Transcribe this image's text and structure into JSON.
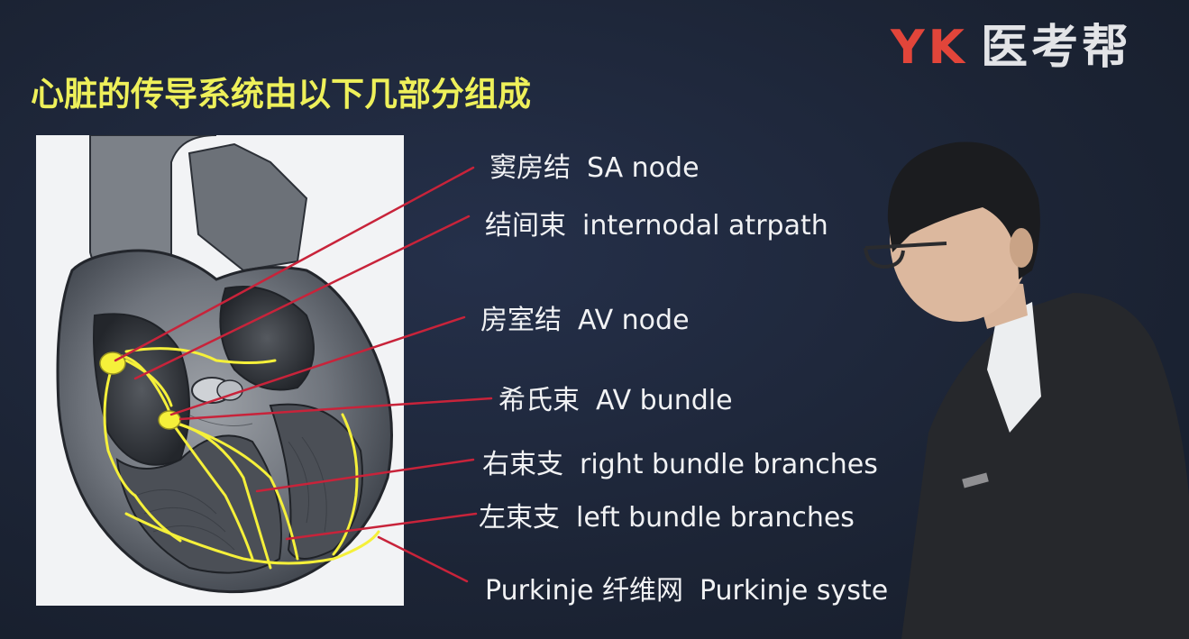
{
  "logo": {
    "brand": "YK",
    "name": "医考帮"
  },
  "title": "心脏的传导系统由以下几部分组成",
  "labels": [
    {
      "cn": "窦房结",
      "en": "SA node"
    },
    {
      "cn": "结间束",
      "en": "internodal atrpath"
    },
    {
      "cn": "房室结",
      "en": "AV node"
    },
    {
      "cn": "希氏束",
      "en": "AV bundle"
    },
    {
      "cn": "右束支",
      "en": "right bundle branches"
    },
    {
      "cn": "左束支",
      "en": "left bundle branches"
    },
    {
      "cn": "Purkinje  纤维网",
      "en": "Purkinje syste"
    }
  ],
  "colors": {
    "title": "#eef05a",
    "leader": "#c8233a",
    "conduction": "#f5f03a",
    "brand": "#e2453a"
  }
}
